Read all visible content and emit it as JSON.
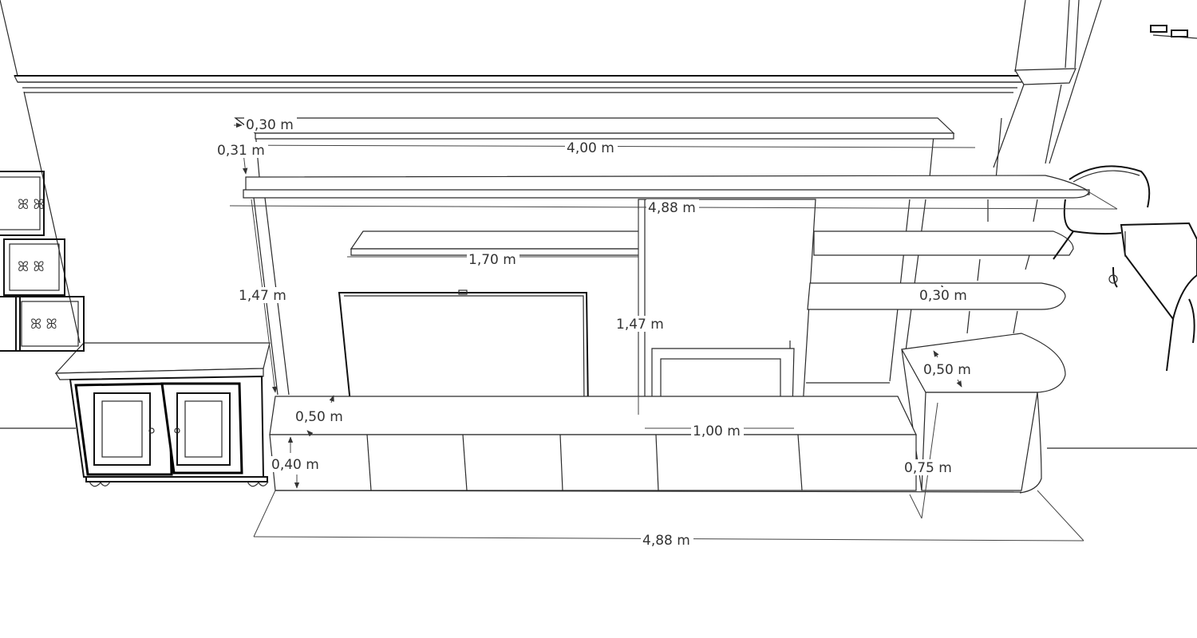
{
  "dimensions": {
    "top_shelf_depth": "0,30 m",
    "top_gap": "0,31 m",
    "top_shelf_width": "4,00 m",
    "main_shelf_width": "4,88 m",
    "small_shelf_width": "1,70 m",
    "left_panel_height": "1,47 m",
    "center_panel_height": "1,47 m",
    "right_shelf_depth": "0,30 m",
    "corner_unit_depth": "0,50 m",
    "base_depth": "0,50 m",
    "base_height": "0,40 m",
    "corner_unit_height": "0,75 m",
    "fireplace_width": "1,00 m",
    "total_width": "4,88 m"
  }
}
